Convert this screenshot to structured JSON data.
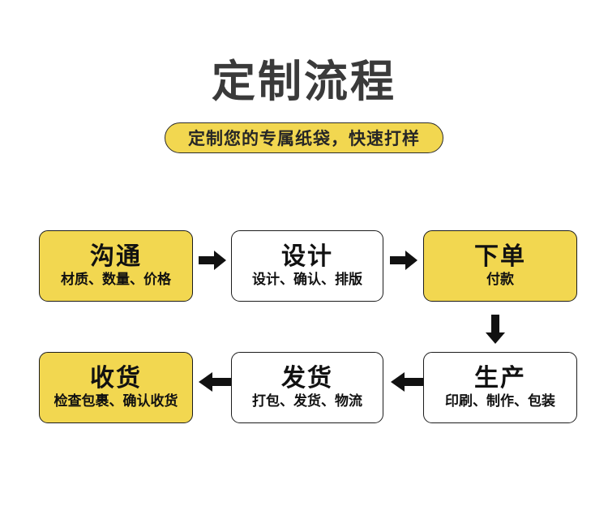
{
  "header": {
    "title": "定制流程",
    "subtitle": "定制您的专属纸袋，快速打样"
  },
  "colors": {
    "accent_yellow": "#F2D750",
    "title_gray": "#3A3A3A",
    "outline_black": "#1C1C1C",
    "background": "#FFFFFF"
  },
  "flow": {
    "steps": [
      {
        "id": "step-1",
        "title": "沟通",
        "sub": "材质、数量、价格",
        "fill": "yellow",
        "row": 1,
        "col": 1
      },
      {
        "id": "step-2",
        "title": "设计",
        "sub": "设计、确认、排版",
        "fill": "white",
        "row": 1,
        "col": 2
      },
      {
        "id": "step-3",
        "title": "下单",
        "sub": "付款",
        "fill": "yellow",
        "row": 1,
        "col": 3
      },
      {
        "id": "step-4",
        "title": "生产",
        "sub": "印刷、制作、包装",
        "fill": "white",
        "row": 2,
        "col": 3
      },
      {
        "id": "step-5",
        "title": "发货",
        "sub": "打包、发货、物流",
        "fill": "white",
        "row": 2,
        "col": 2
      },
      {
        "id": "step-6",
        "title": "收货",
        "sub": "检查包裹、确认收货",
        "fill": "yellow",
        "row": 2,
        "col": 1
      }
    ],
    "connectors": [
      {
        "id": "arrow-1",
        "direction": "right",
        "from": "step-1",
        "to": "step-2"
      },
      {
        "id": "arrow-2",
        "direction": "right",
        "from": "step-2",
        "to": "step-3"
      },
      {
        "id": "arrow-3",
        "direction": "down",
        "from": "step-3",
        "to": "step-4"
      },
      {
        "id": "arrow-4",
        "direction": "left",
        "from": "step-4",
        "to": "step-5"
      },
      {
        "id": "arrow-5",
        "direction": "left",
        "from": "step-5",
        "to": "step-6"
      }
    ]
  }
}
